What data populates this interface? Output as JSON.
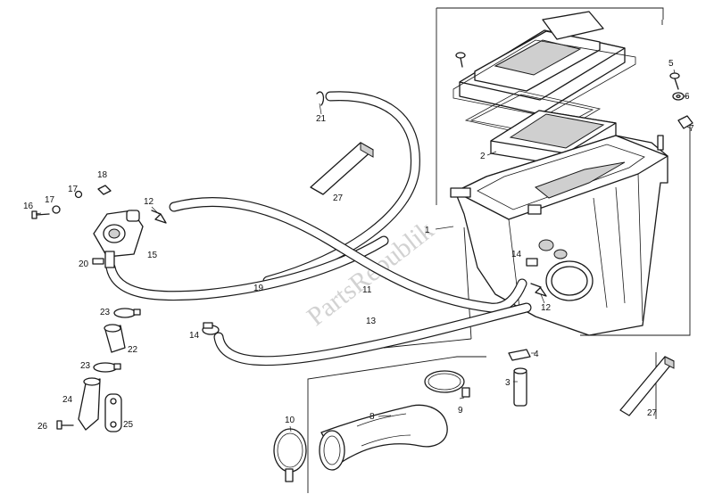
{
  "diagram": {
    "watermark": "PartsRepublik",
    "callouts": [
      {
        "id": "c1",
        "label": "1"
      },
      {
        "id": "c2",
        "label": "2"
      },
      {
        "id": "c3",
        "label": "3"
      },
      {
        "id": "c4",
        "label": "4"
      },
      {
        "id": "c5",
        "label": "5"
      },
      {
        "id": "c6",
        "label": "6"
      },
      {
        "id": "c7",
        "label": "7"
      },
      {
        "id": "c8",
        "label": "8"
      },
      {
        "id": "c9",
        "label": "9"
      },
      {
        "id": "c10",
        "label": "10"
      },
      {
        "id": "c11",
        "label": "11"
      },
      {
        "id": "c12a",
        "label": "12"
      },
      {
        "id": "c12b",
        "label": "12"
      },
      {
        "id": "c13",
        "label": "13"
      },
      {
        "id": "c14a",
        "label": "14"
      },
      {
        "id": "c14b",
        "label": "14"
      },
      {
        "id": "c15",
        "label": "15"
      },
      {
        "id": "c16",
        "label": "16"
      },
      {
        "id": "c17a",
        "label": "17"
      },
      {
        "id": "c17b",
        "label": "17"
      },
      {
        "id": "c18",
        "label": "18"
      },
      {
        "id": "c19",
        "label": "19"
      },
      {
        "id": "c20",
        "label": "20"
      },
      {
        "id": "c21",
        "label": "21"
      },
      {
        "id": "c22",
        "label": "22"
      },
      {
        "id": "c23a",
        "label": "23"
      },
      {
        "id": "c23b",
        "label": "23"
      },
      {
        "id": "c24",
        "label": "24"
      },
      {
        "id": "c25",
        "label": "25"
      },
      {
        "id": "c26",
        "label": "26"
      },
      {
        "id": "c27a",
        "label": "27"
      },
      {
        "id": "c27b",
        "label": "27"
      }
    ]
  }
}
